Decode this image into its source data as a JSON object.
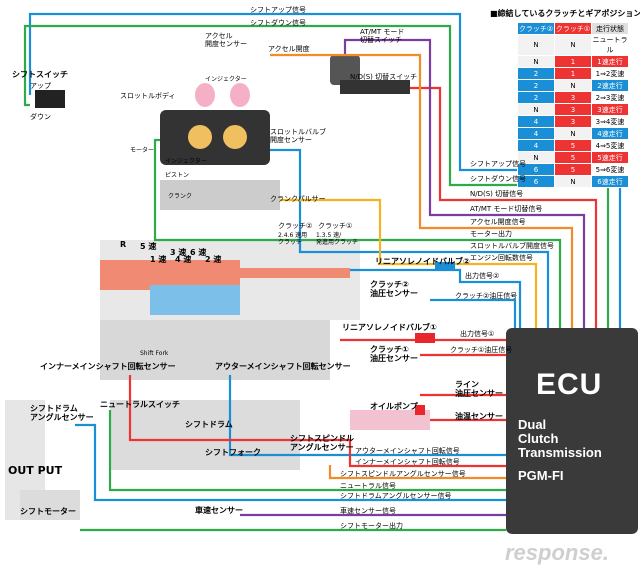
{
  "table": {
    "title": "■締結しているクラッチとギアポジション",
    "headers": [
      "クラッチ②",
      "クラッチ①",
      "走行状態"
    ],
    "rows": [
      [
        "N",
        "N",
        "ニュートラル"
      ],
      [
        "N",
        "1",
        "1速走行"
      ],
      [
        "2",
        "1",
        "1⇒2変速"
      ],
      [
        "2",
        "N",
        "2速走行"
      ],
      [
        "2",
        "3",
        "2⇒3変速"
      ],
      [
        "N",
        "3",
        "3速走行"
      ],
      [
        "4",
        "3",
        "3⇒4変速"
      ],
      [
        "4",
        "N",
        "4速走行"
      ],
      [
        "4",
        "5",
        "4⇒5変速"
      ],
      [
        "N",
        "5",
        "5速走行"
      ],
      [
        "6",
        "5",
        "5⇒6変速"
      ],
      [
        "6",
        "N",
        "6速走行"
      ]
    ]
  },
  "ecu": {
    "title": "ECU",
    "subtitle": "Dual\nClutch\nTransmission",
    "pgm": "PGM-FI"
  },
  "labels": {
    "shift_up_top": "シフトアップ信号",
    "shift_down_top": "シフトダウン信号",
    "shift_switch": "シフトスイッチ",
    "up": "アップ",
    "down": "ダウン",
    "accel_sensor": "アクセル\n開度センサー",
    "accel_open": "アクセル開度",
    "atmt_switch": "AT/MT モード\n切替スイッチ",
    "nd_switch": "N/D(S) 切替スイッチ",
    "injector_top": "インジェクター",
    "throttle_body": "スロットルボディ",
    "motor": "モーター",
    "throttle_sensor": "スロットルバルブ\n開度センサー",
    "injector": "インジェクター",
    "piston": "ピストン",
    "crank": "クランク",
    "crank_pulser": "クランクパルサー",
    "clutch2": "クラッチ②",
    "clutch1": "クラッチ①",
    "clutch2_sub": "2.4.6 速用\nクラッチ",
    "clutch1_sub": "1.3.5 速/\n発進用クラッチ",
    "sig_shift_up": "シフトアップ信号",
    "sig_shift_down": "シフトダウン信号",
    "sig_nd": "N/D(S) 切替信号",
    "sig_atmt": "AT/MT モード切替信号",
    "sig_accel": "アクセル開度信号",
    "sig_motor": "モーター出力",
    "sig_throttle": "スロットルバルブ開度信号",
    "sig_engine_rpm": "エンジン回転数信号",
    "linear_sol2": "リニアソレノイドバルブ②",
    "out_sig2": "出力信号②",
    "clutch2_sensor": "クラッチ②\n油圧センサー",
    "clutch2_sig": "クラッチ②油圧信号",
    "linear_sol1": "リニアソレノイドバルブ①",
    "out_sig1": "出力信号①",
    "clutch1_sensor": "クラッチ①\n油圧センサー",
    "clutch1_sig": "クラッチ①油圧信号",
    "line_sensor": "ライン\n油圧センサー",
    "oil_pump": "オイルポンプ",
    "oil_temp": "油温センサー",
    "inner_sensor": "インナーメインシャフト回転センサー",
    "outer_sensor": "アウターメインシャフト回転センサー",
    "shift_drum_sensor": "シフトドラム\nアングルセンサー",
    "neutral_switch": "ニュートラルスイッチ",
    "shift_drum": "シフトドラム",
    "shift_fork": "シフトフォーク",
    "spindle_sensor": "シフトスピンドル\nアングルセンサー",
    "output": "OUT PUT",
    "shift_motor": "シフトモーター",
    "speed_sensor": "車速センサー",
    "sig_outer": "アウターメインシャフト回転信号",
    "sig_inner": "インナーメインシャフト回転信号",
    "sig_spindle": "シフトスピンドルアングルセンサー信号",
    "sig_neutral": "ニュートラル信号",
    "sig_drum": "シフトドラムアングルセンサー信号",
    "sig_speed": "車速センサー信号",
    "sig_shift_motor": "シフトモーター出力",
    "gear_5": "5 速",
    "gear_3": "3 速",
    "gear_6": "6 速",
    "gear_2": "2 速",
    "gear_4": "4 速",
    "gear_1": "1 速",
    "r_small": "R",
    "shift_fork_small": "Shift Fork",
    "watermark": "response."
  }
}
